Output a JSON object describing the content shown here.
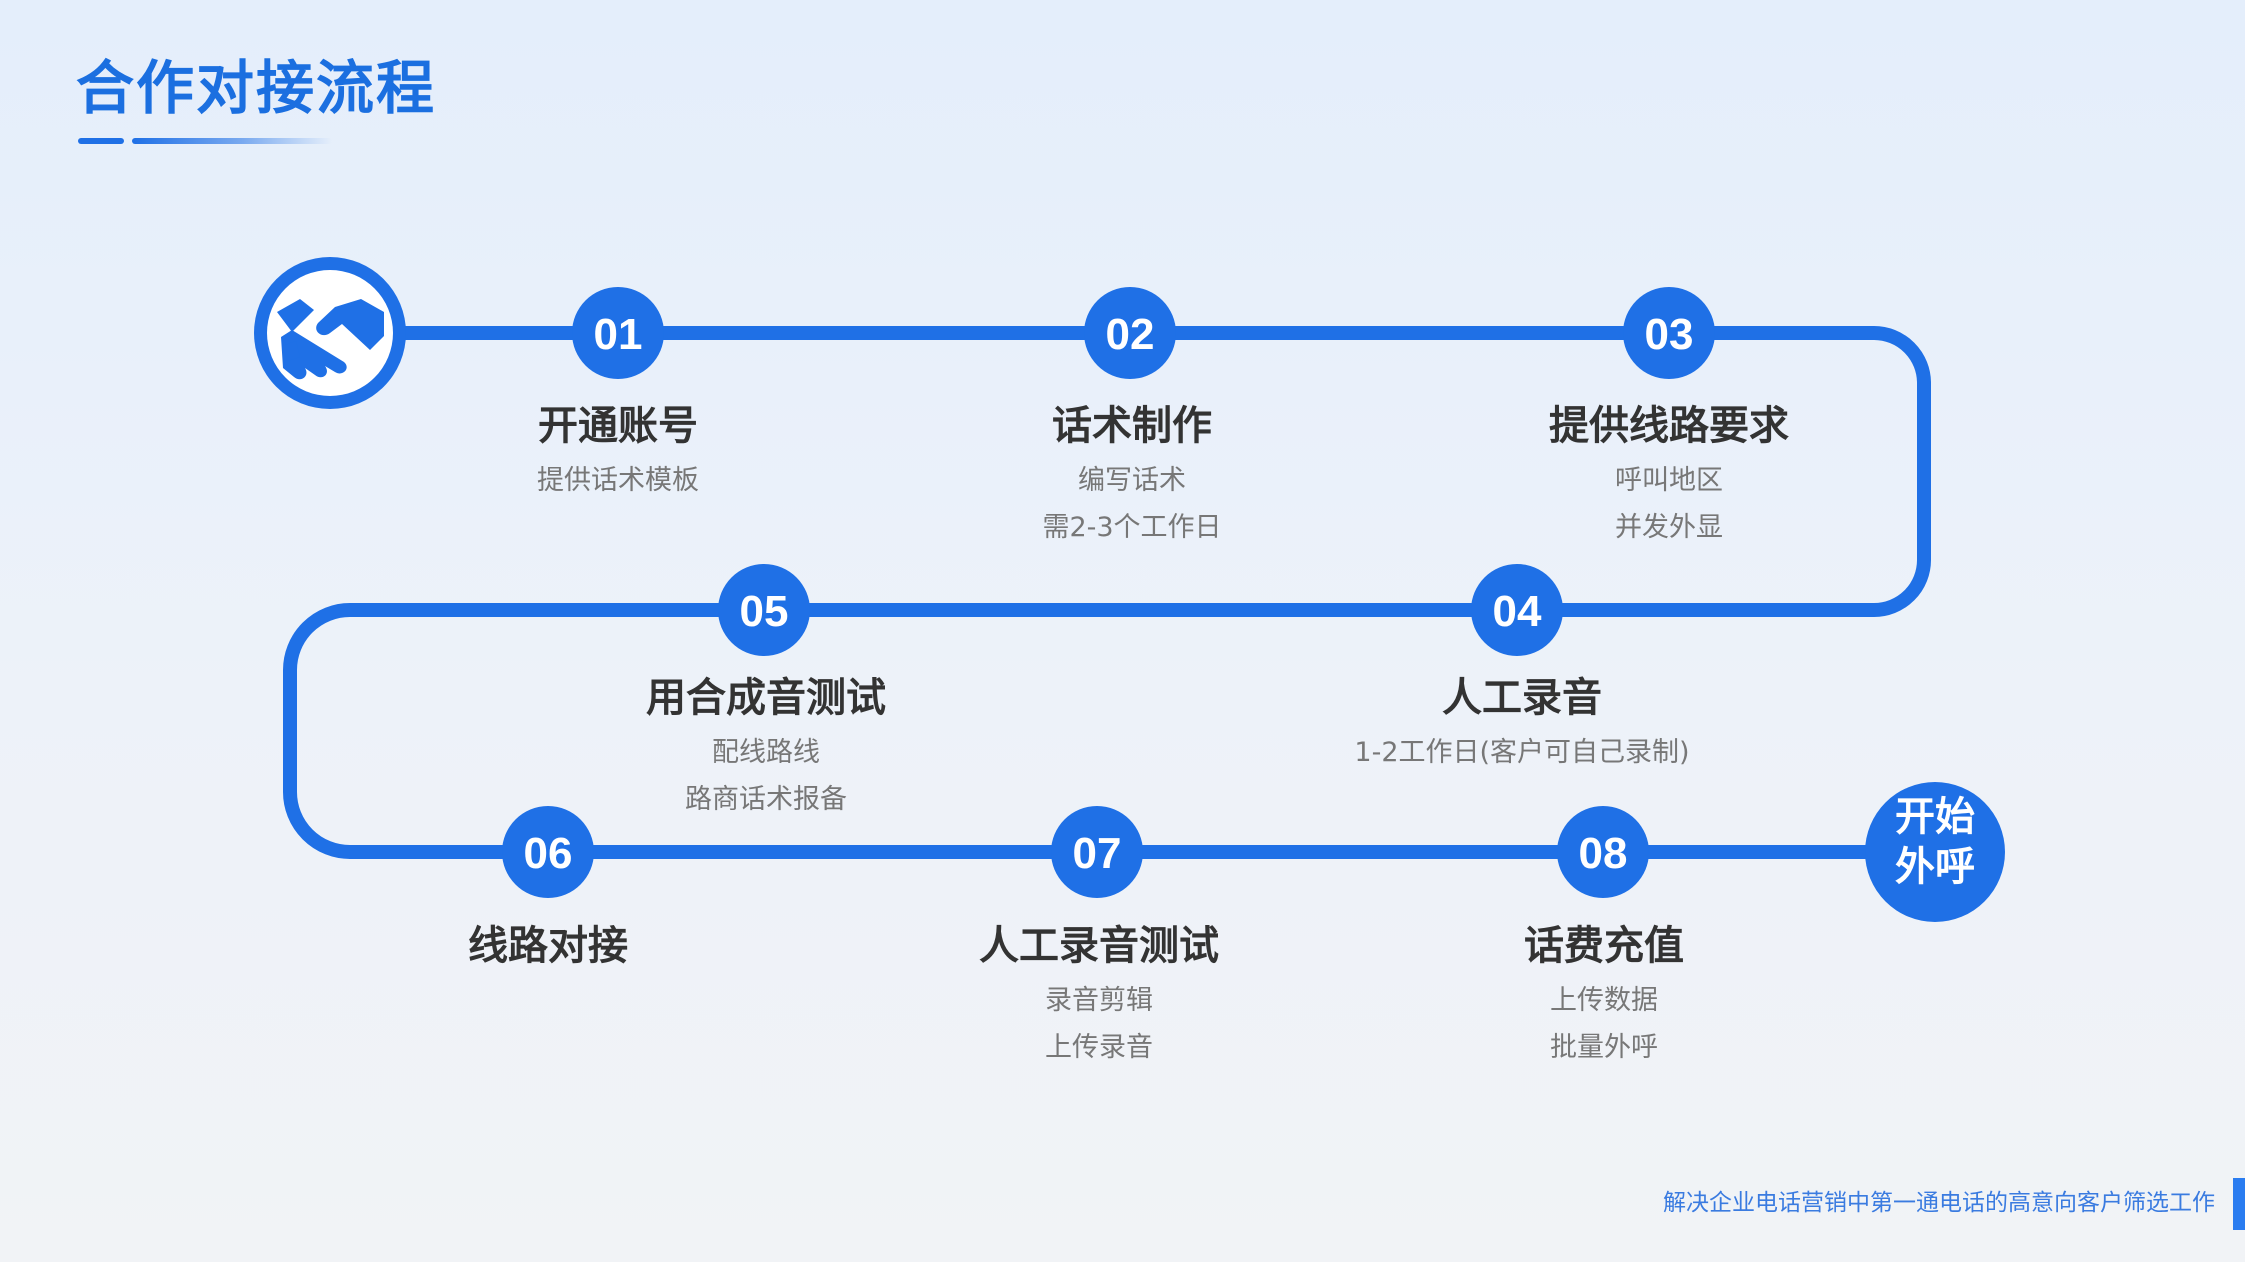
{
  "header": {
    "title": "合作对接流程"
  },
  "start_node": {
    "icon": "handshake-icon"
  },
  "steps": [
    {
      "number": "01",
      "title": "开通账号",
      "details": [
        "提供话术模板"
      ]
    },
    {
      "number": "02",
      "title": "话术制作",
      "details": [
        "编写话术",
        "需2-3个工作日"
      ]
    },
    {
      "number": "03",
      "title": "提供线路要求",
      "details": [
        "呼叫地区",
        "并发外显"
      ]
    },
    {
      "number": "04",
      "title": "人工录音",
      "details": [
        "1-2工作日(客户可自己录制)"
      ]
    },
    {
      "number": "05",
      "title": "用合成音测试",
      "details": [
        "配线路线",
        "路商话术报备"
      ]
    },
    {
      "number": "06",
      "title": "线路对接",
      "details": []
    },
    {
      "number": "07",
      "title": "人工录音测试",
      "details": [
        "录音剪辑",
        "上传录音"
      ]
    },
    {
      "number": "08",
      "title": "话费充值",
      "details": [
        "上传数据",
        "批量外呼"
      ]
    }
  ],
  "end_node": {
    "line1": "开始",
    "line2": "外呼"
  },
  "footer": {
    "slogan": "解决企业电话营销中第一通电话的高意向客户筛选工作"
  },
  "colors": {
    "accent": "#1f70e6",
    "title": "#1b6fe0",
    "text_dark": "#333333",
    "text_muted": "#777777"
  }
}
